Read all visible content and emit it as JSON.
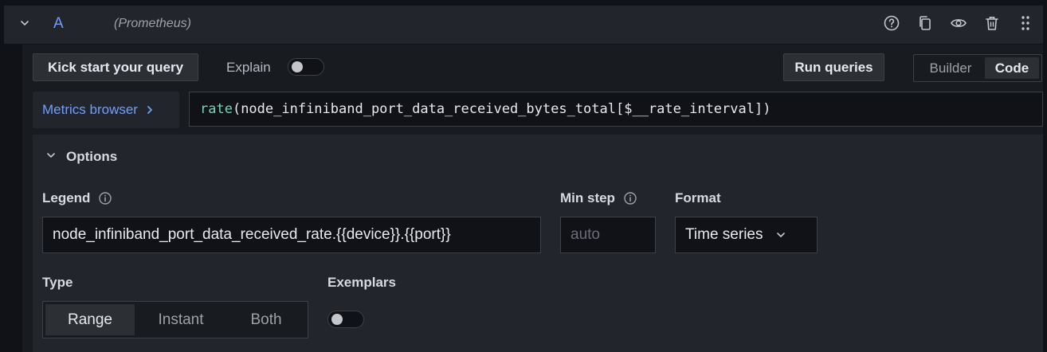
{
  "header": {
    "query_ref": "A",
    "datasource": "(Prometheus)",
    "icons": [
      "chevron-down-icon",
      "help-icon",
      "copy-icon",
      "eye-icon",
      "trash-icon",
      "drag-handle-icon"
    ]
  },
  "toolbar": {
    "kick_start_label": "Kick start your query",
    "explain_label": "Explain",
    "explain_enabled": false,
    "run_queries_label": "Run queries",
    "mode_builder_label": "Builder",
    "mode_code_label": "Code",
    "active_mode": "Code"
  },
  "editor": {
    "metrics_browser_label": "Metrics browser",
    "query_function": "rate",
    "query_rest": "(node_infiniband_port_data_received_bytes_total[$__rate_interval])"
  },
  "options": {
    "title": "Options",
    "legend_label": "Legend",
    "legend_value": "node_infiniband_port_data_received_rate.{{device}}.{{port}}",
    "min_step_label": "Min step",
    "min_step_placeholder": "auto",
    "format_label": "Format",
    "format_value": "Time series",
    "type_label": "Type",
    "type_options": [
      "Range",
      "Instant",
      "Both"
    ],
    "type_selected": "Range",
    "exemplars_label": "Exemplars",
    "exemplars_enabled": false
  },
  "colors": {
    "accent_blue": "#6e9fff",
    "function_green": "#73d7b2",
    "panel_bg": "#22252b",
    "body_bg": "#181b1f"
  }
}
